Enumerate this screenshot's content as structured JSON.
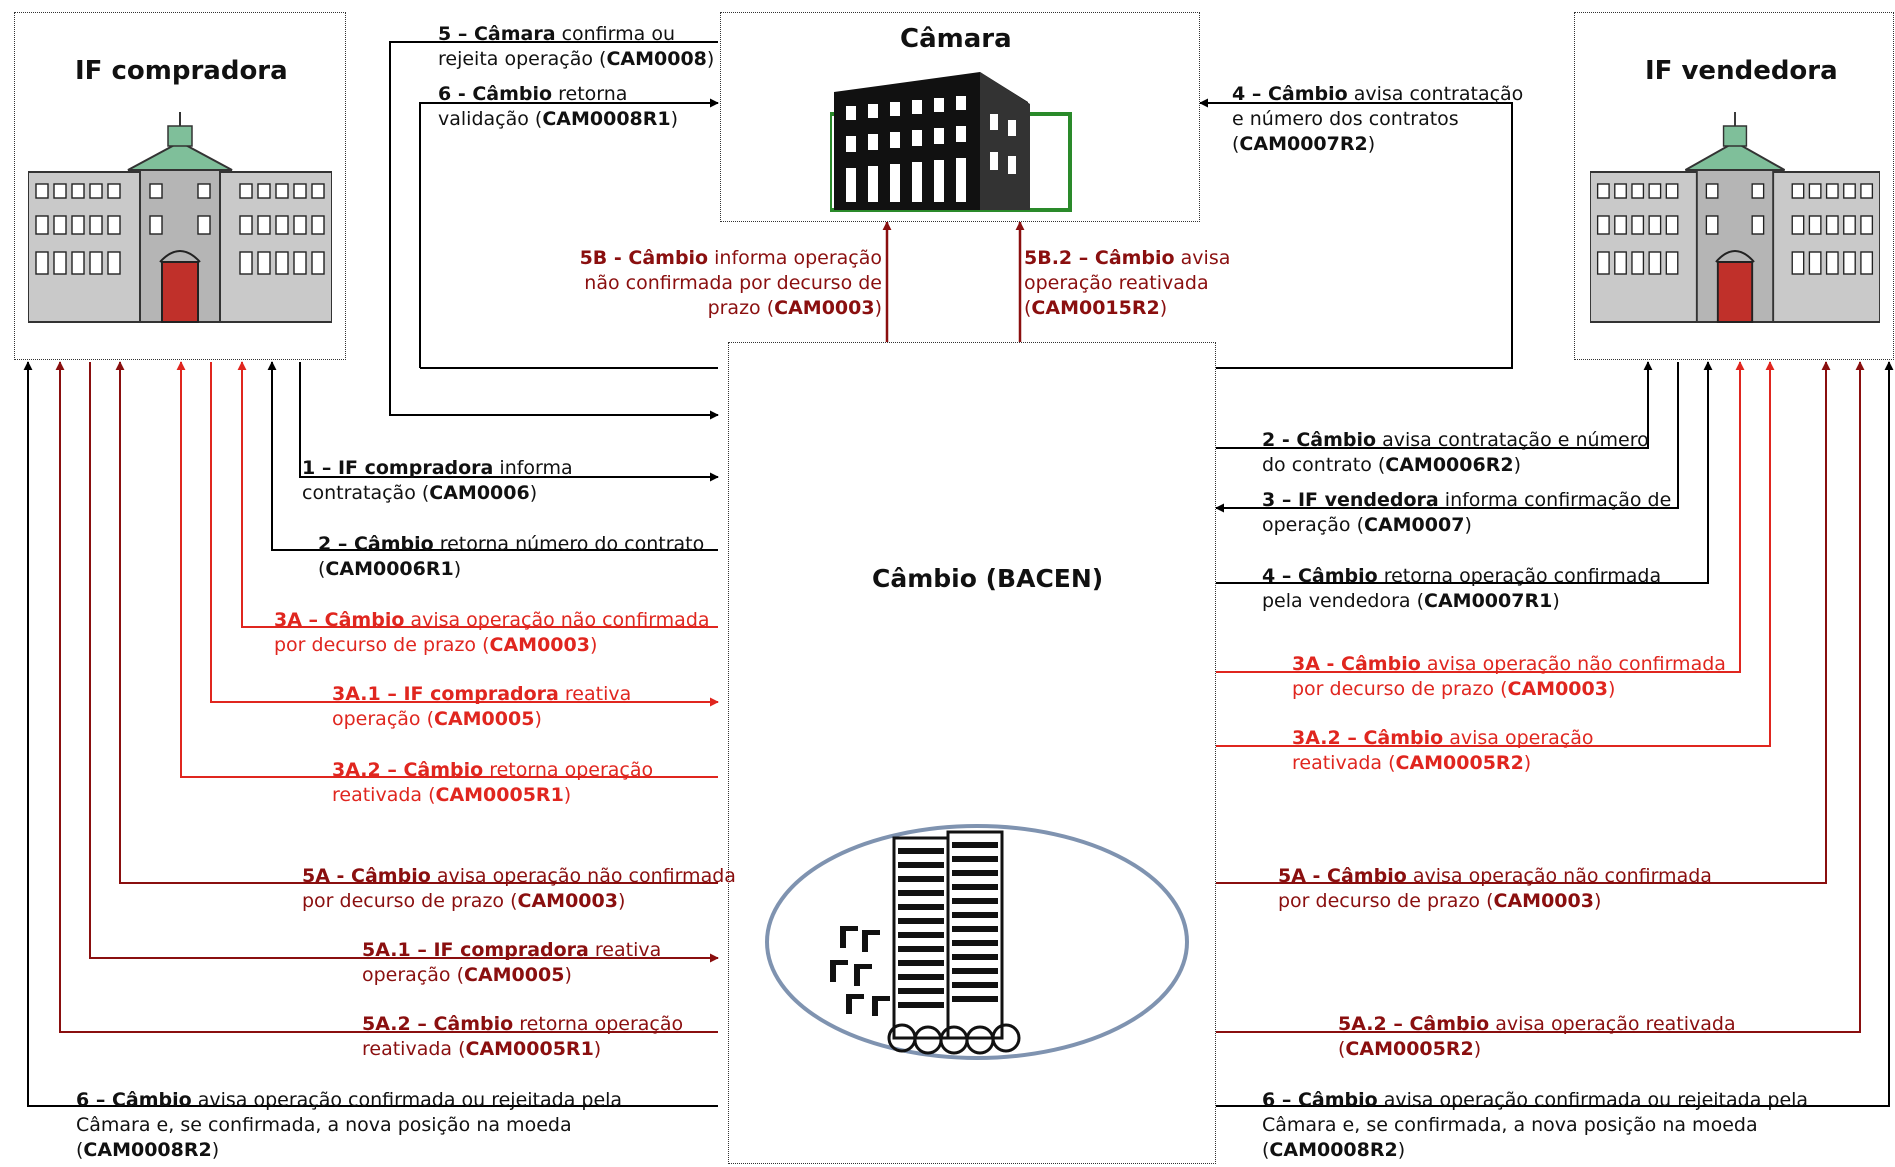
{
  "colors": {
    "black": "#000000",
    "red": "#e0261f",
    "dark_red": "#8a0f0f"
  },
  "titles": {
    "buyer": "IF compradora",
    "chamber": "Câmara",
    "seller": "IF vendedora",
    "bacen": "Câmbio (BACEN)"
  },
  "icons": {
    "buyer": "bank-building-icon",
    "chamber": "chamber-building-icon",
    "seller": "bank-building-icon",
    "bacen": "central-bank-logo-icon"
  },
  "chamber_steps": {
    "s5": {
      "bold": "5 – Câmara",
      "text1": " confirma ou",
      "text2": "rejeita operação (",
      "code": "CAM0008",
      "close": ")"
    },
    "s6": {
      "bold": "6 - Câmbio",
      "text1": " retorna",
      "text2": "validação (",
      "code": "CAM0008R1",
      "close": ")"
    },
    "s4": {
      "bold": "4 – Câmbio",
      "text1": " avisa contratação",
      "text2": "e número dos contratos",
      "open": "(",
      "code": "CAM0007R2",
      "close": ")"
    },
    "s5b": {
      "bold": "5B - Câmbio",
      "text1": " informa operação",
      "text2": "não confirmada por decurso de",
      "text3": "prazo (",
      "code": "CAM0003",
      "close": ")"
    },
    "s5b2": {
      "bold": "5B.2 – Câmbio",
      "text1": " avisa",
      "text2": "operação reativada",
      "open": "(",
      "code": "CAM0015R2",
      "close": ")"
    }
  },
  "buyer_steps": [
    {
      "bold": "1 – IF compradora",
      "text1": " informa",
      "text2": "contratação (",
      "code": "CAM0006",
      "close": ")"
    },
    {
      "bold": "2 – Câmbio",
      "text1": " retorna número do contrato",
      "open": "(",
      "code": "CAM0006R1",
      "close": ")"
    },
    {
      "bold": "3A – Câmbio",
      "text1": " avisa operação não confirmada",
      "text2": "por decurso de prazo (",
      "code": "CAM0003",
      "close": ")"
    },
    {
      "bold": "3A.1 – IF compradora",
      "text1": " reativa",
      "text2": "operação (",
      "code": "CAM0005",
      "close": ")"
    },
    {
      "bold": "3A.2 – Câmbio",
      "text1": " retorna operação",
      "text2": "reativada (",
      "code": "CAM0005R1",
      "close": ")"
    },
    {
      "bold": "5A - Câmbio",
      "text1": " avisa operação não confirmada",
      "text2": "por decurso de prazo (",
      "code": "CAM0003",
      "close": ")"
    },
    {
      "bold": "5A.1 – IF compradora",
      "text1": " reativa",
      "text2": "operação (",
      "code": "CAM0005",
      "close": ")"
    },
    {
      "bold": "5A.2 – Câmbio",
      "text1": " retorna operação",
      "text2": "reativada (",
      "code": "CAM0005R1",
      "close": ")"
    },
    {
      "bold": "6 – Câmbio",
      "text1": " avisa operação confirmada ou rejeitada pela",
      "text2": "Câmara e, se confirmada, a nova posição na moeda",
      "open": "(",
      "code": "CAM0008R2",
      "close": ")"
    }
  ],
  "seller_steps": [
    {
      "bold": "2 - Câmbio",
      "text1": " avisa contratação e número",
      "text2": "do contrato (",
      "code": "CAM0006R2",
      "close": ")"
    },
    {
      "bold": "3 – IF vendedora",
      "text1": " informa confirmação de",
      "text2": "operação (",
      "code": "CAM0007",
      "close": ")"
    },
    {
      "bold": "4 – Câmbio",
      "text1": " retorna operação confirmada",
      "text2": "pela vendedora (",
      "code": "CAM0007R1",
      "close": ")"
    },
    {
      "bold": "3A - Câmbio",
      "text1": " avisa operação não confirmada",
      "text2": "por decurso de prazo (",
      "code": "CAM0003",
      "close": ")"
    },
    {
      "bold": "3A.2 – Câmbio",
      "text1": " avisa operação",
      "text2": "reativada (",
      "code": "CAM0005R2",
      "close": ")"
    },
    {
      "bold": "5A - Câmbio",
      "text1": " avisa operação não confirmada",
      "text2": "por decurso de prazo (",
      "code": "CAM0003",
      "close": ")"
    },
    {
      "bold": "5A.2 – Câmbio",
      "text1": " avisa operação reativada",
      "open": "(",
      "code": "CAM0005R2",
      "close": ")"
    },
    {
      "bold": "6 – Câmbio",
      "text1": " avisa operação confirmada ou rejeitada pela",
      "text2": "Câmara e, se confirmada, a nova posição na moeda",
      "open": "(",
      "code": "CAM0008R2",
      "close": ")"
    }
  ]
}
